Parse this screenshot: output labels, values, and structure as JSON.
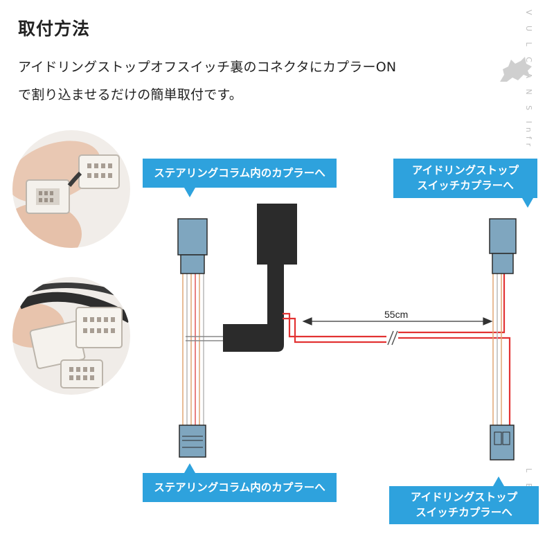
{
  "heading": "取付方法",
  "description": {
    "line1": "アイドリングストップオフスイッチ裏のコネクタにカプラーON",
    "line2": "で割り込ませるだけの簡単取付です。"
  },
  "callouts": {
    "top_left": "ステアリングコラム内のカプラーへ",
    "top_right": [
      "アイドリングストップ",
      "スイッチカプラーへ"
    ],
    "bottom_left": "ステアリングコラム内のカプラーへ",
    "bottom_right": [
      "アイドリングストップ",
      "スイッチカプラーへ"
    ]
  },
  "dimension": {
    "length": "55cm"
  },
  "watermark": {
    "line1": "V U L C A N S  Infr",
    "line2": "L E N S"
  },
  "colors": {
    "callout": "#2ea2dd",
    "connector": "#7fa6bf",
    "module": "#2b2b2b",
    "wire_red": "#e23232",
    "wire_orange": "#e0a574"
  }
}
